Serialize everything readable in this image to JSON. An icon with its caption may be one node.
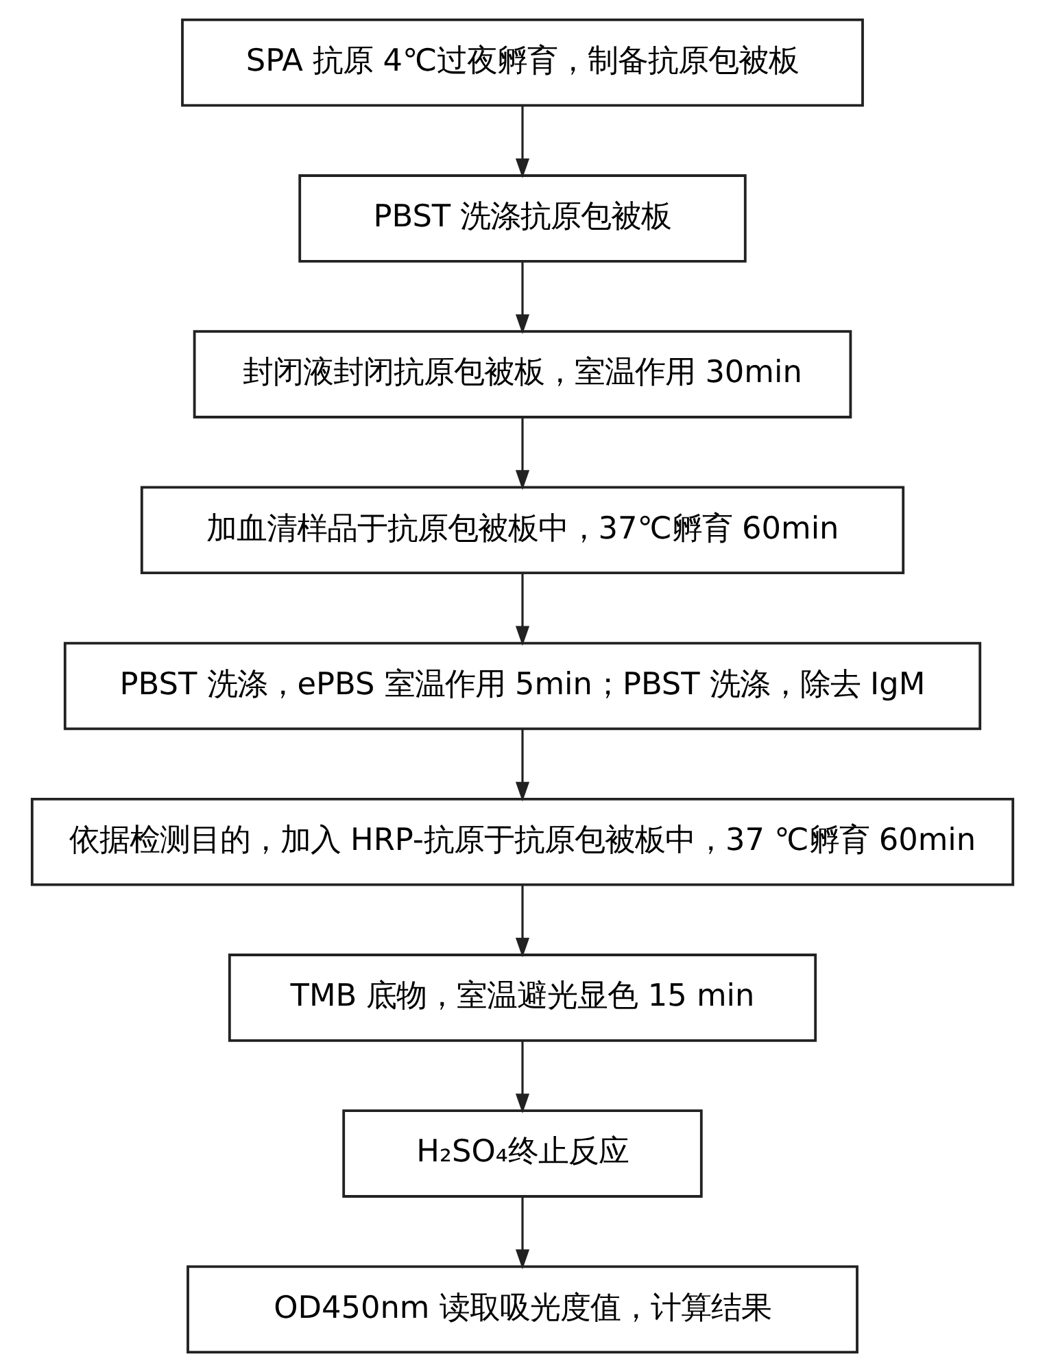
{
  "diagram": {
    "nodes": [
      {
        "text": [
          "SPA 抗原 4℃过夜孵育，制备抗原包被板"
        ]
      },
      {
        "text": [
          "PBST 洗涤抗原包被板"
        ]
      },
      {
        "text": [
          "封闭液封闭抗原包被板，室温作用 30min"
        ]
      },
      {
        "text": [
          "加血清样品于抗原包被板中，37℃孵育 60min"
        ]
      },
      {
        "text": [
          "PBST 洗涤，ePBS 室温作用 5min；PBST 洗涤，除去 IgM"
        ]
      },
      {
        "text": [
          "依据检测目的，加入 HRP-抗原于抗原包被板中，37 ℃孵育 60min"
        ]
      },
      {
        "text": [
          "TMB 底物，室温避光显色 15 min"
        ]
      },
      {
        "text": [
          "H₂SO₄终止反应"
        ]
      },
      {
        "text": [
          "OD450nm 读取吸光度值，计算结果"
        ]
      }
    ],
    "edges": [
      {
        "from": 0,
        "to": 1,
        "arrow": "to"
      },
      {
        "from": 1,
        "to": 2,
        "arrow": "to"
      },
      {
        "from": 2,
        "to": 3,
        "arrow": "to"
      },
      {
        "from": 3,
        "to": 4,
        "arrow": "to"
      },
      {
        "from": 4,
        "to": 5,
        "arrow": "to"
      },
      {
        "from": 5,
        "to": 6,
        "arrow": "to"
      },
      {
        "from": 6,
        "to": 7,
        "arrow": "to"
      },
      {
        "from": 7,
        "to": 8,
        "arrow": "to"
      }
    ]
  }
}
